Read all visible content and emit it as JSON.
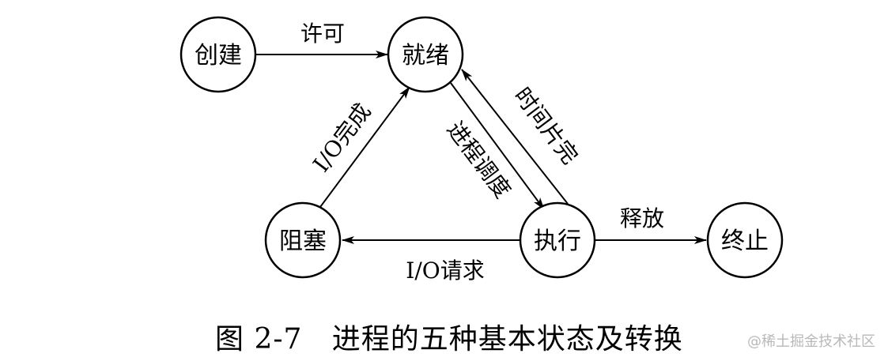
{
  "diagram": {
    "nodes": {
      "create": "创建",
      "ready": "就绪",
      "blocked": "阻塞",
      "running": "执行",
      "terminated": "终止"
    },
    "edges": {
      "admit": "许可",
      "io_complete": "I/O完成",
      "dispatch": "进程调度",
      "timeout": "时间片完",
      "release": "释放",
      "io_request": "I/O请求"
    }
  },
  "caption": "图 2-7   进程的五种基本状态及转换",
  "watermark": "@稀土掘金技术社区"
}
